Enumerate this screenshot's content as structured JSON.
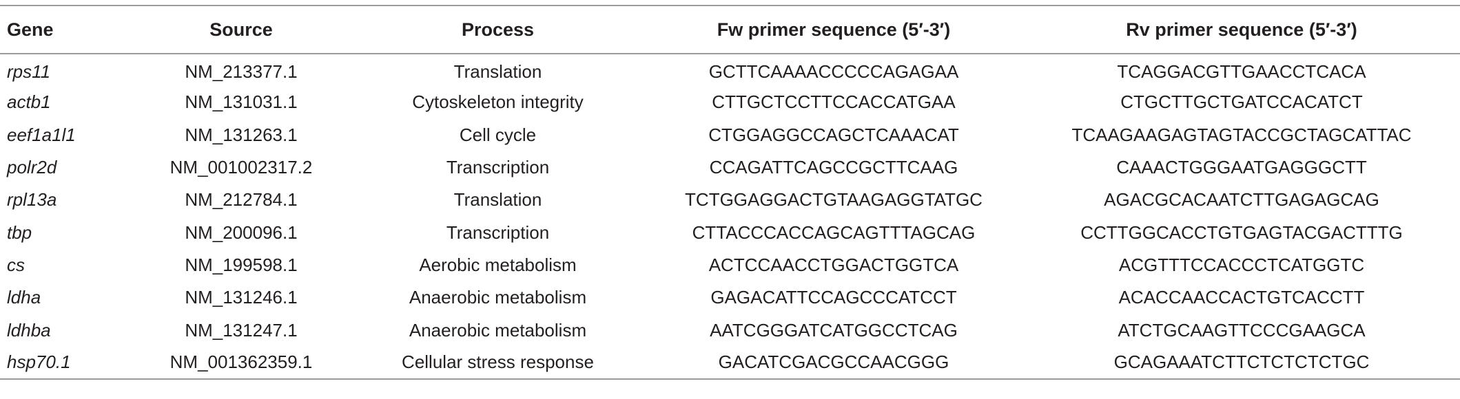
{
  "table": {
    "headers": [
      "Gene",
      "Source",
      "Process",
      "Fw primer sequence (5′-3′)",
      "Rv primer sequence (5′-3′)"
    ],
    "rows": [
      {
        "gene": "rps11",
        "source": "NM_213377.1",
        "process": "Translation",
        "fw": "GCTTCAAAACCCCCAGAGAA",
        "rv": "TCAGGACGTTGAACCTCACA"
      },
      {
        "gene": "actb1",
        "source": "NM_131031.1",
        "process": "Cytoskeleton integrity",
        "fw": "CTTGCTCCTTCCACCATGAA",
        "rv": "CTGCTTGCTGATCCACATCT"
      },
      {
        "gene": "eef1a1l1",
        "source": "NM_131263.1",
        "process": "Cell cycle",
        "fw": "CTGGAGGCCAGCTCAAACAT",
        "rv": "TCAAGAAGAGTAGTACCGCTAGCATTAC"
      },
      {
        "gene": "polr2d",
        "source": "NM_001002317.2",
        "process": "Transcription",
        "fw": "CCAGATTCAGCCGCTTCAAG",
        "rv": "CAAACTGGGAATGAGGGCTT"
      },
      {
        "gene": "rpl13a",
        "source": "NM_212784.1",
        "process": "Translation",
        "fw": "TCTGGAGGACTGTAAGAGGTATGC",
        "rv": "AGACGCACAATCTTGAGAGCAG"
      },
      {
        "gene": "tbp",
        "source": "NM_200096.1",
        "process": "Transcription",
        "fw": "CTTACCCACCAGCAGTTTAGCAG",
        "rv": "CCTTGGCACCTGTGAGTACGACTTTG"
      },
      {
        "gene": "cs",
        "source": "NM_199598.1",
        "process": "Aerobic metabolism",
        "fw": "ACTCCAACCTGGACTGGTCA",
        "rv": "ACGTTTCCACCCTCATGGTC"
      },
      {
        "gene": "ldha",
        "source": "NM_131246.1",
        "process": "Anaerobic metabolism",
        "fw": "GAGACATTCCAGCCCATCCT",
        "rv": "ACACCAACCACTGTCACCTT"
      },
      {
        "gene": "ldhba",
        "source": "NM_131247.1",
        "process": "Anaerobic metabolism",
        "fw": "AATCGGGATCATGGCCTCAG",
        "rv": "ATCTGCAAGTTCCCGAAGCA"
      },
      {
        "gene": "hsp70.1",
        "source": "NM_001362359.1",
        "process": "Cellular stress response",
        "fw": "GACATCGACGCCAACGGG",
        "rv": "GCAGAAATCTTCTCTCTCTGC"
      }
    ]
  }
}
